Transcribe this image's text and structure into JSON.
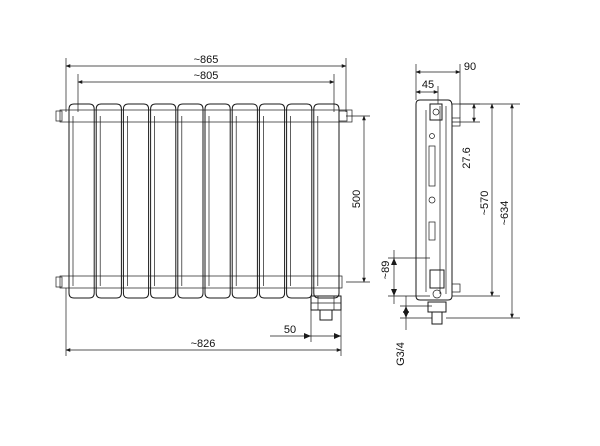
{
  "dimensions": {
    "overall_width": "~865",
    "axis_width": "~805",
    "section_height": "500",
    "bottom_width": "~826",
    "valve_offset": "50",
    "bottom_height": "~89",
    "thread": "G3/4",
    "depth_total": "90",
    "depth_body": "45",
    "top_offset": "27.6",
    "axis_height": "~570",
    "total_height": "~634"
  },
  "front_view": {
    "section_count": 10
  }
}
